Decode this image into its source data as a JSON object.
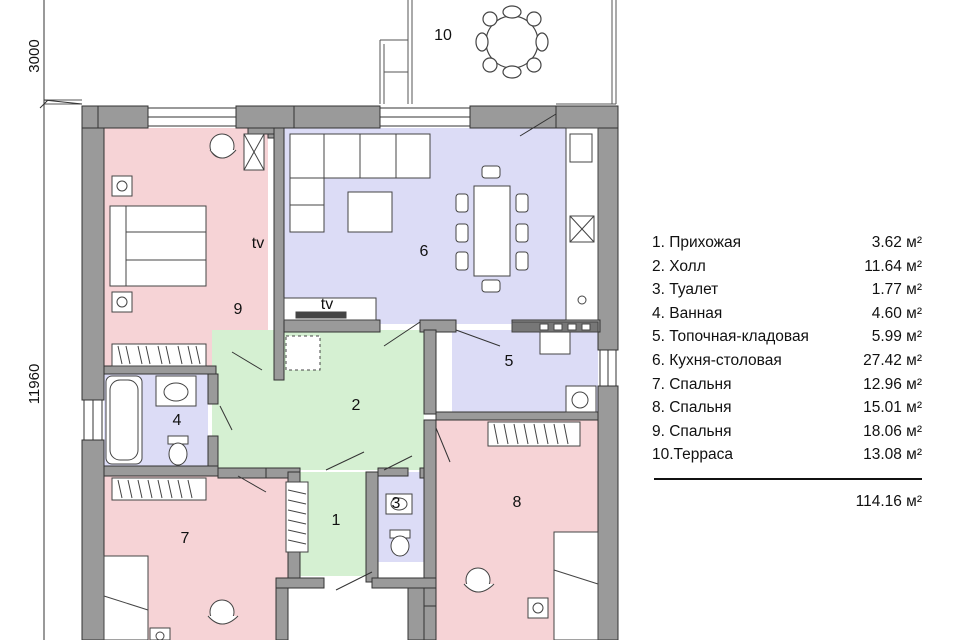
{
  "dimensions": {
    "top_width": "3000",
    "left_height": "11960"
  },
  "plan_labels": {
    "r1": "1",
    "r2": "2",
    "r3": "3",
    "r4": "4",
    "r5": "5",
    "r6": "6",
    "r7": "7",
    "r8": "8",
    "r9": "9",
    "r10": "10",
    "tv_bedroom": "tv",
    "tv_living": "tv"
  },
  "colors": {
    "bedroom": "#f6d3d6",
    "kitchen": "#dcdcf6",
    "hall": "#d5f0d2",
    "wall": "#9a9a9a",
    "bath": "#dcdcf6"
  },
  "legend": {
    "items": [
      {
        "name": "1.  Прихожая",
        "area": "3.62 м²"
      },
      {
        "name": "2.  Холл",
        "area": "11.64 м²"
      },
      {
        "name": "3.  Туалет",
        "area": "1.77 м²"
      },
      {
        "name": "4.  Ванная",
        "area": "4.60 м²"
      },
      {
        "name": "5.  Топочная-кладовая",
        "area": "5.99 м²"
      },
      {
        "name": "6.  Кухня-столовая",
        "area": "27.42 м²"
      },
      {
        "name": "7.  Спальня",
        "area": "12.96 м²"
      },
      {
        "name": "8.  Спальня",
        "area": "15.01 м²"
      },
      {
        "name": "9.  Спальня",
        "area": "18.06 м²"
      },
      {
        "name": "10.Терраса",
        "area": "13.08 м²"
      }
    ],
    "total": "114.16 м²"
  }
}
